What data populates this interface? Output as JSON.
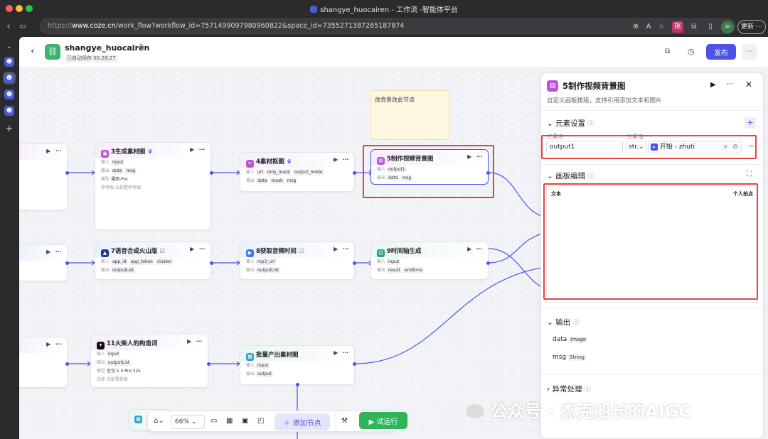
{
  "window": {
    "title": "shangye_huocairen - 工作流 -智能体平台"
  },
  "browser": {
    "url_prefix": "https://",
    "url_host": "www.coze.cn",
    "url_path": "/work_flow?workflow_id=7571499097980960822&space_id=7355271387265187874",
    "update_label": "更新"
  },
  "header": {
    "workflow_name": "shangye_huocairen",
    "autosave": "已自动保存 00:28:27",
    "publish_label": "发布"
  },
  "canvas": {
    "note_text": "改背景改此节点",
    "nodes": {
      "n3": {
        "title": "3生成素材图",
        "in_label": "输入",
        "in_tags": [
          "input"
        ],
        "out_label": "输出",
        "out_tags": [
          "data",
          "msg"
        ],
        "model_label": "模型",
        "model": "通用-Pro",
        "ref_label": "参考图",
        "ref_value": "未配置参考图"
      },
      "n4": {
        "title": "4素材抠图",
        "in_label": "输入",
        "in_tags": [
          "url",
          "only_mask",
          "output_mode"
        ],
        "out_label": "输出",
        "out_tags": [
          "data",
          "mask",
          "msg"
        ]
      },
      "n5": {
        "title": "5制作视频背景图",
        "in_label": "输入",
        "in_tags": [
          "output1"
        ],
        "out_label": "输出",
        "out_tags": [
          "data",
          "msg"
        ]
      },
      "n7": {
        "title": "7语音合成火山版",
        "in_label": "输入",
        "in_tags": [
          "app_id",
          "app_token",
          "cluster"
        ],
        "out_label": "输出",
        "out_tags": [
          "outputList"
        ]
      },
      "n8": {
        "title": "8获取音频时间",
        "in_label": "输入",
        "in_tags": [
          "mp3_url"
        ],
        "out_label": "输出",
        "out_tags": [
          "outputList"
        ]
      },
      "n9": {
        "title": "9时间轴生成",
        "in_label": "输入",
        "in_tags": [
          "input"
        ],
        "out_label": "输出",
        "out_tags": [
          "result",
          "endtime"
        ]
      },
      "n11": {
        "title": "11火柴人的构造词",
        "in_label": "输入",
        "in_tags": [
          "input"
        ],
        "out_label": "输出",
        "out_tags": [
          "outputList"
        ],
        "model_label": "模型",
        "model": "豆包·1.5·Pro·32k",
        "skill_label": "技能",
        "skill_value": "未配置技能"
      },
      "batch": {
        "title": "批量产出素材图",
        "in_label": "输入",
        "in_tags": [
          "input"
        ],
        "out_label": "输出",
        "out_tags": [
          "output"
        ]
      }
    }
  },
  "toolbar": {
    "zoom": "66%",
    "add_node": "添加节点",
    "test_run": "试运行"
  },
  "panel": {
    "title": "5制作视频背景图",
    "description": "自定义画板排版，支持引用添加文本和图片",
    "elements": {
      "section_title": "元素设置",
      "col_name": "元素名",
      "col_value": "元素值",
      "name_value": "output1",
      "type_value": "str.",
      "ref_value": "开始 - zhuti"
    },
    "board": {
      "section_title": "画板编辑",
      "left_text": "文本",
      "right_text": "个人拍点"
    },
    "output": {
      "section_title": "输出",
      "items": [
        {
          "name": "data",
          "type": "Image"
        },
        {
          "name": "msg",
          "type": "String"
        }
      ]
    },
    "exception": {
      "section_title": "异常处理"
    }
  },
  "watermark": "公众号 · 杰克船长的AIGC"
}
